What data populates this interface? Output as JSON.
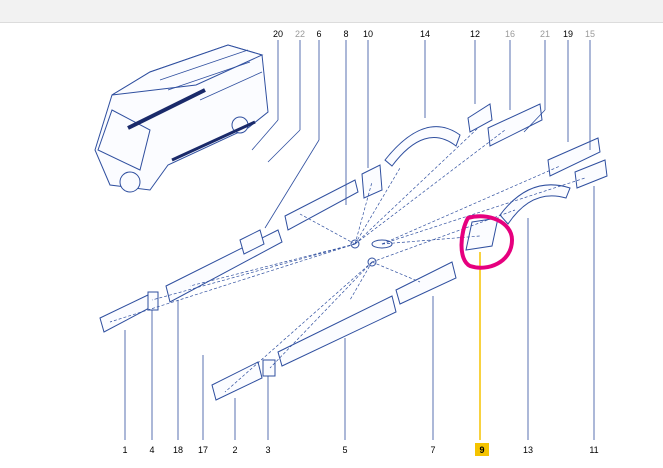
{
  "callouts": {
    "top": [
      {
        "id": "c20",
        "text": "20"
      },
      {
        "id": "c22",
        "text": "22"
      },
      {
        "id": "c6",
        "text": "6"
      },
      {
        "id": "c8",
        "text": "8"
      },
      {
        "id": "c10",
        "text": "10"
      },
      {
        "id": "c14",
        "text": "14"
      },
      {
        "id": "c12",
        "text": "12"
      },
      {
        "id": "c16",
        "text": "16"
      },
      {
        "id": "c21",
        "text": "21"
      },
      {
        "id": "c19",
        "text": "19"
      },
      {
        "id": "c15",
        "text": "15"
      }
    ],
    "bottom": [
      {
        "id": "c1",
        "text": "1"
      },
      {
        "id": "c4",
        "text": "4"
      },
      {
        "id": "c18",
        "text": "18"
      },
      {
        "id": "c17",
        "text": "17"
      },
      {
        "id": "c2",
        "text": "2"
      },
      {
        "id": "c3",
        "text": "3"
      },
      {
        "id": "c5",
        "text": "5"
      },
      {
        "id": "c7",
        "text": "7"
      },
      {
        "id": "c9",
        "text": "9"
      },
      {
        "id": "c13",
        "text": "13"
      },
      {
        "id": "c11",
        "text": "11"
      }
    ]
  },
  "highlight": {
    "callout": "9",
    "label_bg_color": "#f5c400",
    "leader_color": "#f5c400",
    "marker_color": "#e6007e"
  },
  "colors": {
    "line": "#2f4f9f",
    "grey_label": "#9a9a9a"
  }
}
